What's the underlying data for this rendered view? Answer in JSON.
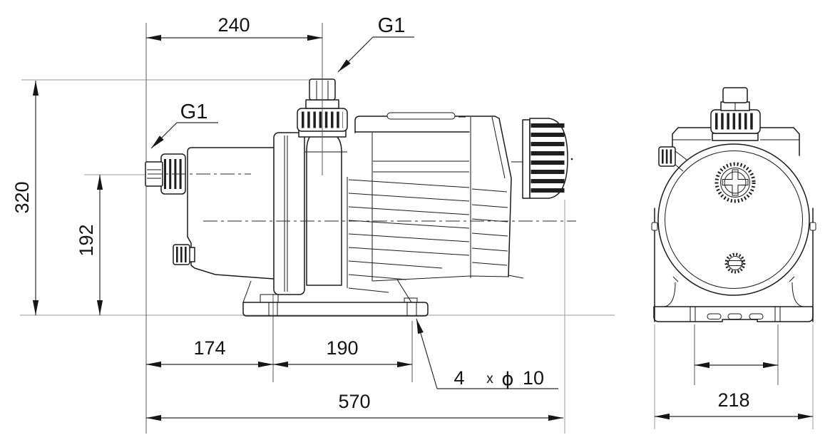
{
  "document": {
    "kind": "technical dimensional drawing",
    "subject": "self-priming jet pump, side view and front view",
    "units_implied": "mm"
  },
  "colors": {
    "background": "#ffffff",
    "geometry_line": "#1a1a1a",
    "dimension_line": "#2a2a2a",
    "extension_line": "#9a9a9a",
    "text": "#141414"
  },
  "side": {
    "dims": {
      "d240": "240",
      "d320": "320",
      "d192": "192",
      "d174": "174",
      "d190": "190",
      "d570": "570"
    },
    "outlet_thread_label": "G1",
    "inlet_thread_label": "G1",
    "holes": {
      "qty": "4",
      "sep": "x",
      "dia_symbol": "ϕ",
      "dia": "10"
    }
  },
  "front": {
    "dims": {
      "d218": "218"
    }
  }
}
